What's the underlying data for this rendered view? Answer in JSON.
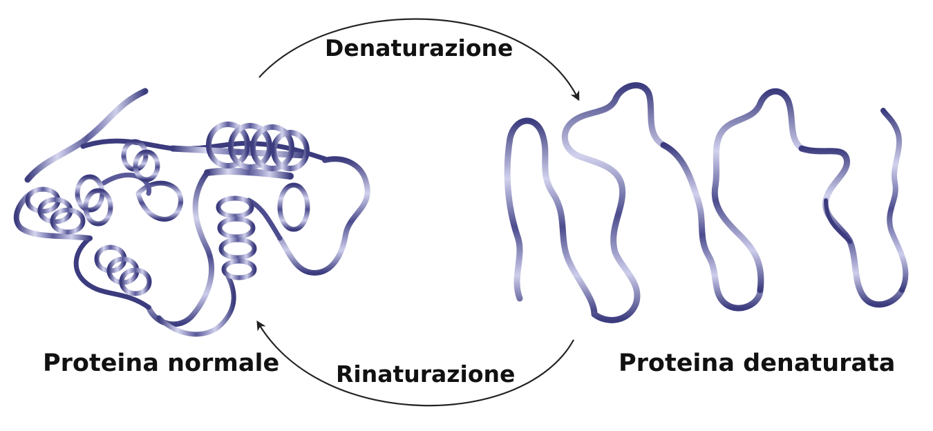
{
  "diagram": {
    "process_top": "Denaturazione",
    "process_bottom": "Rinaturazione",
    "state_left": "Proteina normale",
    "state_right": "Proteina denaturata"
  },
  "colors": {
    "ribbon_dark": "#3b3b7e",
    "ribbon_light": "#c9c9ea",
    "arrow": "#222222",
    "text": "#111111",
    "background": "#ffffff"
  }
}
